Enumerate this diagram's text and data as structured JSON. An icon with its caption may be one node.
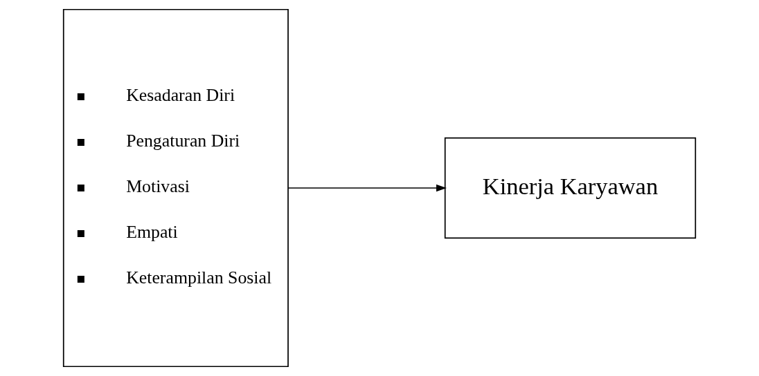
{
  "diagram": {
    "nodes": [
      {
        "text": [
          "Kesadaran Diri",
          "Pengaturan Diri",
          "Motivasi",
          "Empati",
          "Keterampilan Sosial"
        ]
      },
      {
        "text": [
          "Kinerja Karyawan"
        ]
      }
    ],
    "edges": [
      {
        "from": 0,
        "to": 1,
        "arrow": "to"
      }
    ]
  }
}
